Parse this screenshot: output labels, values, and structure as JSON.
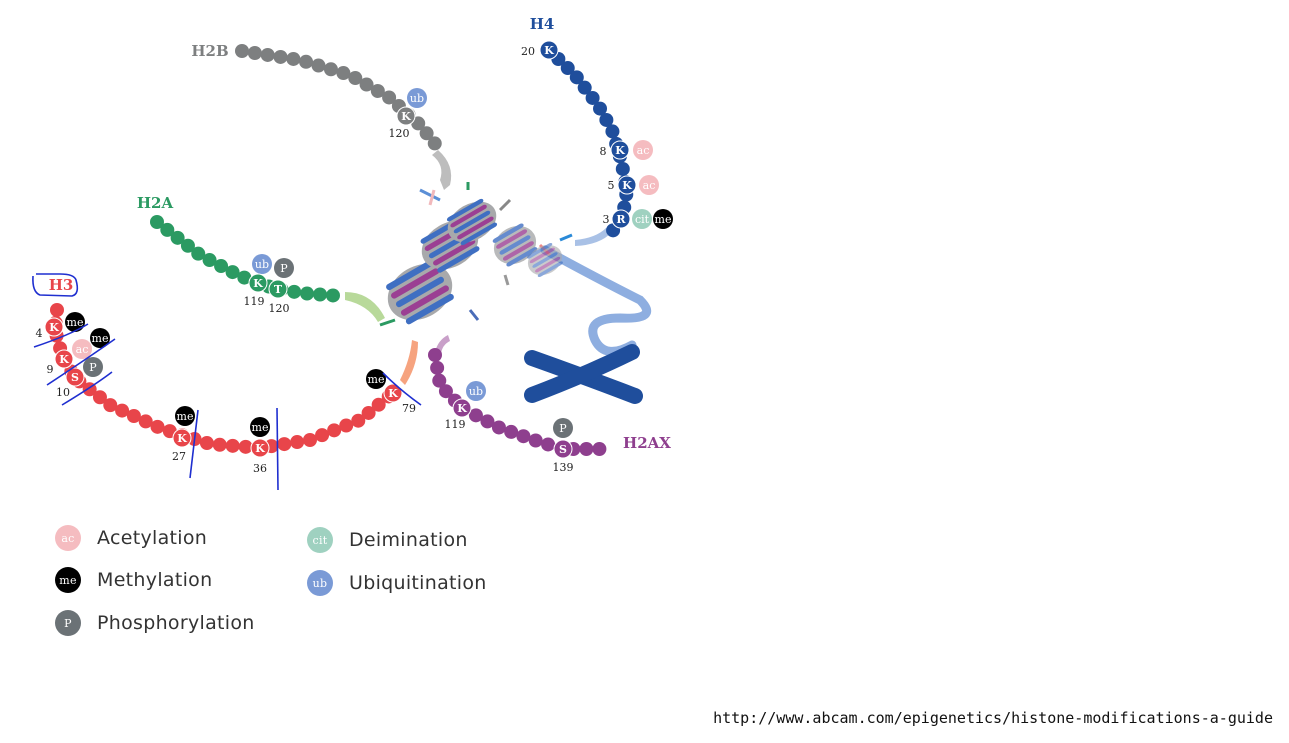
{
  "histones": [
    {
      "id": "h2b",
      "name": "H2B",
      "color": "#7d7f80",
      "sites": [
        {
          "residue": "K",
          "number": "120",
          "mods": [
            "ub"
          ]
        }
      ]
    },
    {
      "id": "h4",
      "name": "H4",
      "color": "#1f4e9c",
      "sites": [
        {
          "residue": "K",
          "number": "20",
          "mods": []
        },
        {
          "residue": "K",
          "number": "8",
          "mods": [
            "ac"
          ]
        },
        {
          "residue": "K",
          "number": "5",
          "mods": [
            "ac"
          ]
        },
        {
          "residue": "R",
          "number": "3",
          "mods": [
            "cit",
            "me"
          ]
        }
      ]
    },
    {
      "id": "h2a",
      "name": "H2A",
      "color": "#2b9a62",
      "sites": [
        {
          "residue": "K",
          "number": "119",
          "mods": [
            "ub"
          ]
        },
        {
          "residue": "T",
          "number": "120",
          "mods": [
            "P"
          ]
        }
      ]
    },
    {
      "id": "h3",
      "name": "H3",
      "color": "#e8454a",
      "sites": [
        {
          "residue": "K",
          "number": "4",
          "mods": [
            "me"
          ]
        },
        {
          "residue": "K",
          "number": "9",
          "mods": [
            "ac",
            "me"
          ]
        },
        {
          "residue": "S",
          "number": "10",
          "mods": [
            "P"
          ]
        },
        {
          "residue": "K",
          "number": "27",
          "mods": [
            "me"
          ]
        },
        {
          "residue": "K",
          "number": "36",
          "mods": [
            "me"
          ]
        },
        {
          "residue": "K",
          "number": "79",
          "mods": [
            "me"
          ]
        }
      ]
    },
    {
      "id": "h2ax",
      "name": "H2AX",
      "color": "#8e3f8e",
      "sites": [
        {
          "residue": "K",
          "number": "119",
          "mods": [
            "ub"
          ]
        },
        {
          "residue": "S",
          "number": "139",
          "mods": [
            "P"
          ]
        }
      ]
    }
  ],
  "modification_colors": {
    "ac": "#f5bcc0",
    "me": "#000000",
    "P": "#6b7276",
    "cit": "#9fd1c0",
    "ub": "#7a9ad6"
  },
  "legend": [
    {
      "key": "ac",
      "label": "Acetylation"
    },
    {
      "key": "me",
      "label": "Methylation"
    },
    {
      "key": "P",
      "label": "Phosphorylation"
    },
    {
      "key": "cit",
      "label": "Deimination"
    },
    {
      "key": "ub",
      "label": "Ubiquitination"
    }
  ],
  "source_url": "http://www.abcam.com/epigenetics/histone-modifications-a-guide"
}
